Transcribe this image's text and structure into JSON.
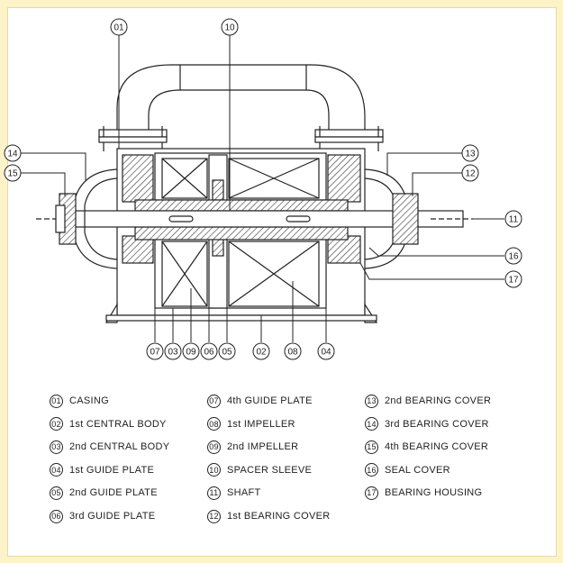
{
  "callouts": [
    {
      "num": "01"
    },
    {
      "num": "10"
    },
    {
      "num": "14"
    },
    {
      "num": "15"
    },
    {
      "num": "13"
    },
    {
      "num": "12"
    },
    {
      "num": "11"
    },
    {
      "num": "16"
    },
    {
      "num": "17"
    },
    {
      "num": "07"
    },
    {
      "num": "03"
    },
    {
      "num": "09"
    },
    {
      "num": "06"
    },
    {
      "num": "05"
    },
    {
      "num": "02"
    },
    {
      "num": "08"
    },
    {
      "num": "04"
    }
  ],
  "legend": [
    {
      "num": "01",
      "label": "CASING"
    },
    {
      "num": "02",
      "label": "1st CENTRAL BODY"
    },
    {
      "num": "03",
      "label": "2nd CENTRAL BODY"
    },
    {
      "num": "04",
      "label": "1st GUIDE PLATE"
    },
    {
      "num": "05",
      "label": "2nd GUIDE PLATE"
    },
    {
      "num": "06",
      "label": "3rd GUIDE PLATE"
    },
    {
      "num": "07",
      "label": "4th GUIDE PLATE"
    },
    {
      "num": "08",
      "label": "1st IMPELLER"
    },
    {
      "num": "09",
      "label": "2nd IMPELLER"
    },
    {
      "num": "10",
      "label": "SPACER SLEEVE"
    },
    {
      "num": "11",
      "label": "SHAFT"
    },
    {
      "num": "12",
      "label": "1st BEARING COVER"
    },
    {
      "num": "13",
      "label": "2nd BEARING COVER"
    },
    {
      "num": "14",
      "label": "3rd BEARING COVER"
    },
    {
      "num": "15",
      "label": "4th BEARING COVER"
    },
    {
      "num": "16",
      "label": "SEAL COVER"
    },
    {
      "num": "17",
      "label": "BEARING HOUSING"
    }
  ]
}
